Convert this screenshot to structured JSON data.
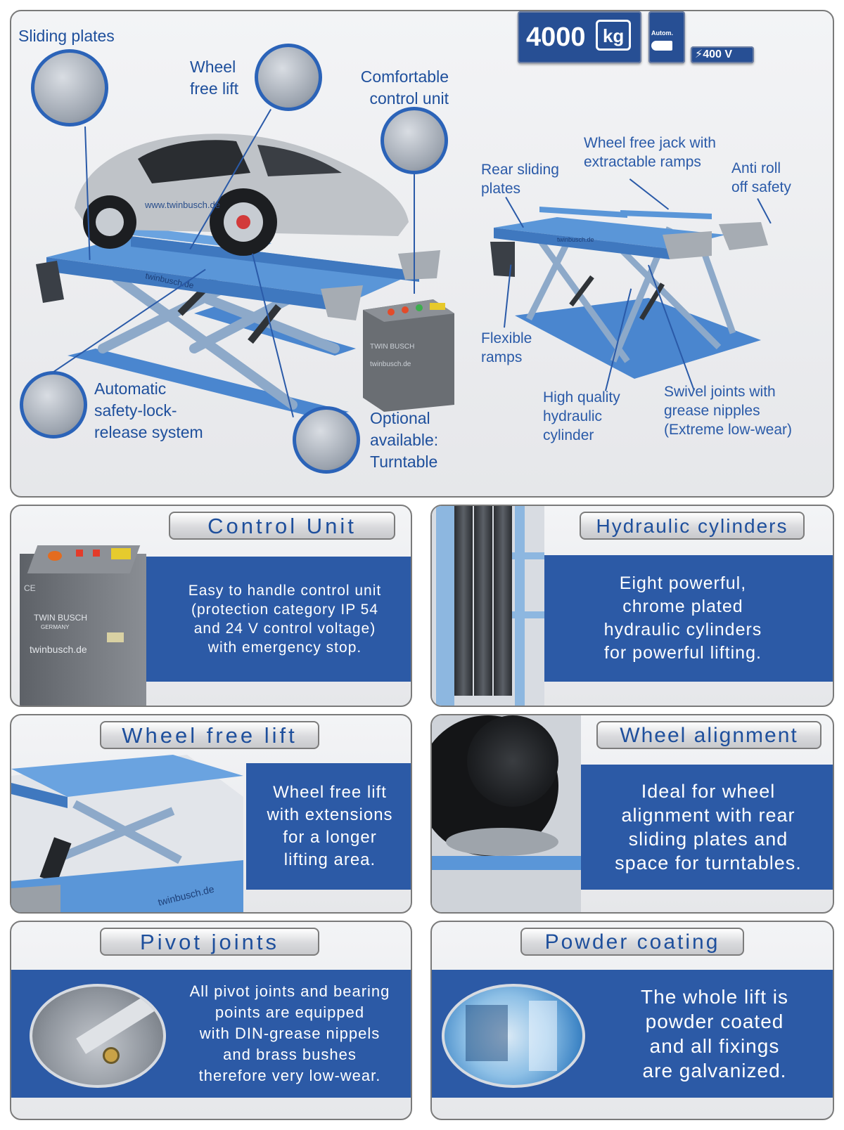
{
  "hero": {
    "callouts": {
      "sliding_plates": "Sliding plates",
      "wheel_free_lift": "Wheel\nfree lift",
      "comfortable_control": "Comfortable\ncontrol unit",
      "automatic_safety": "Automatic\nsafety-lock-\nrelease system",
      "optional_turntable": "Optional\navailable:\nTurntable",
      "rear_sliding": "Rear sliding\nplates",
      "wheel_free_jack": "Wheel free jack with\nextractable ramps",
      "anti_roll": "Anti roll\noff safety",
      "flexible_ramps": "Flexible\nramps",
      "hydraulic_cylinder": "High quality\nhydraulic\ncylinder",
      "swivel_joints": "Swivel joints with\ngrease nipples\n(Extreme low-wear)"
    },
    "badges": {
      "capacity_value": "4000",
      "capacity_unit": "kg",
      "auto_label": "Autom.",
      "voltage": "400 V"
    },
    "brand_texts": {
      "car_decal": "www.twinbusch.de",
      "lift_decal": "twinbusch.de",
      "cabinet_brand": "TWIN BUSCH",
      "cabinet_url": "twinbusch.de"
    }
  },
  "features": [
    {
      "title": "Control Unit",
      "text": "Easy to handle control unit\n(protection category IP 54\nand 24 V control voltage)\nwith emergency stop."
    },
    {
      "title": "Hydraulic cylinders",
      "text": "Eight powerful,\nchrome plated\nhydraulic cylinders\nfor powerful lifting."
    },
    {
      "title": "Wheel free lift",
      "text": "Wheel free lift\nwith extensions\nfor a longer\nlifting area."
    },
    {
      "title": "Wheel alignment",
      "text": "Ideal for wheel\nalignment with rear\nsliding plates and\nspace for turntables."
    },
    {
      "title": "Pivot joints",
      "text": "All pivot joints and bearing\npoints are equipped\nwith DIN-grease nippels\nand brass bushes\ntherefore very low-wear."
    },
    {
      "title": "Powder coating",
      "text": "The whole lift is\npowder coated\nand all fixings\nare galvanized."
    }
  ],
  "photo_texts": {
    "control_ce": "CE",
    "control_brand": "TWIN BUSCH",
    "control_brand_sub": "GERMANY",
    "control_url": "twinbusch.de",
    "wheelfree_url": "twinbusch.de"
  }
}
